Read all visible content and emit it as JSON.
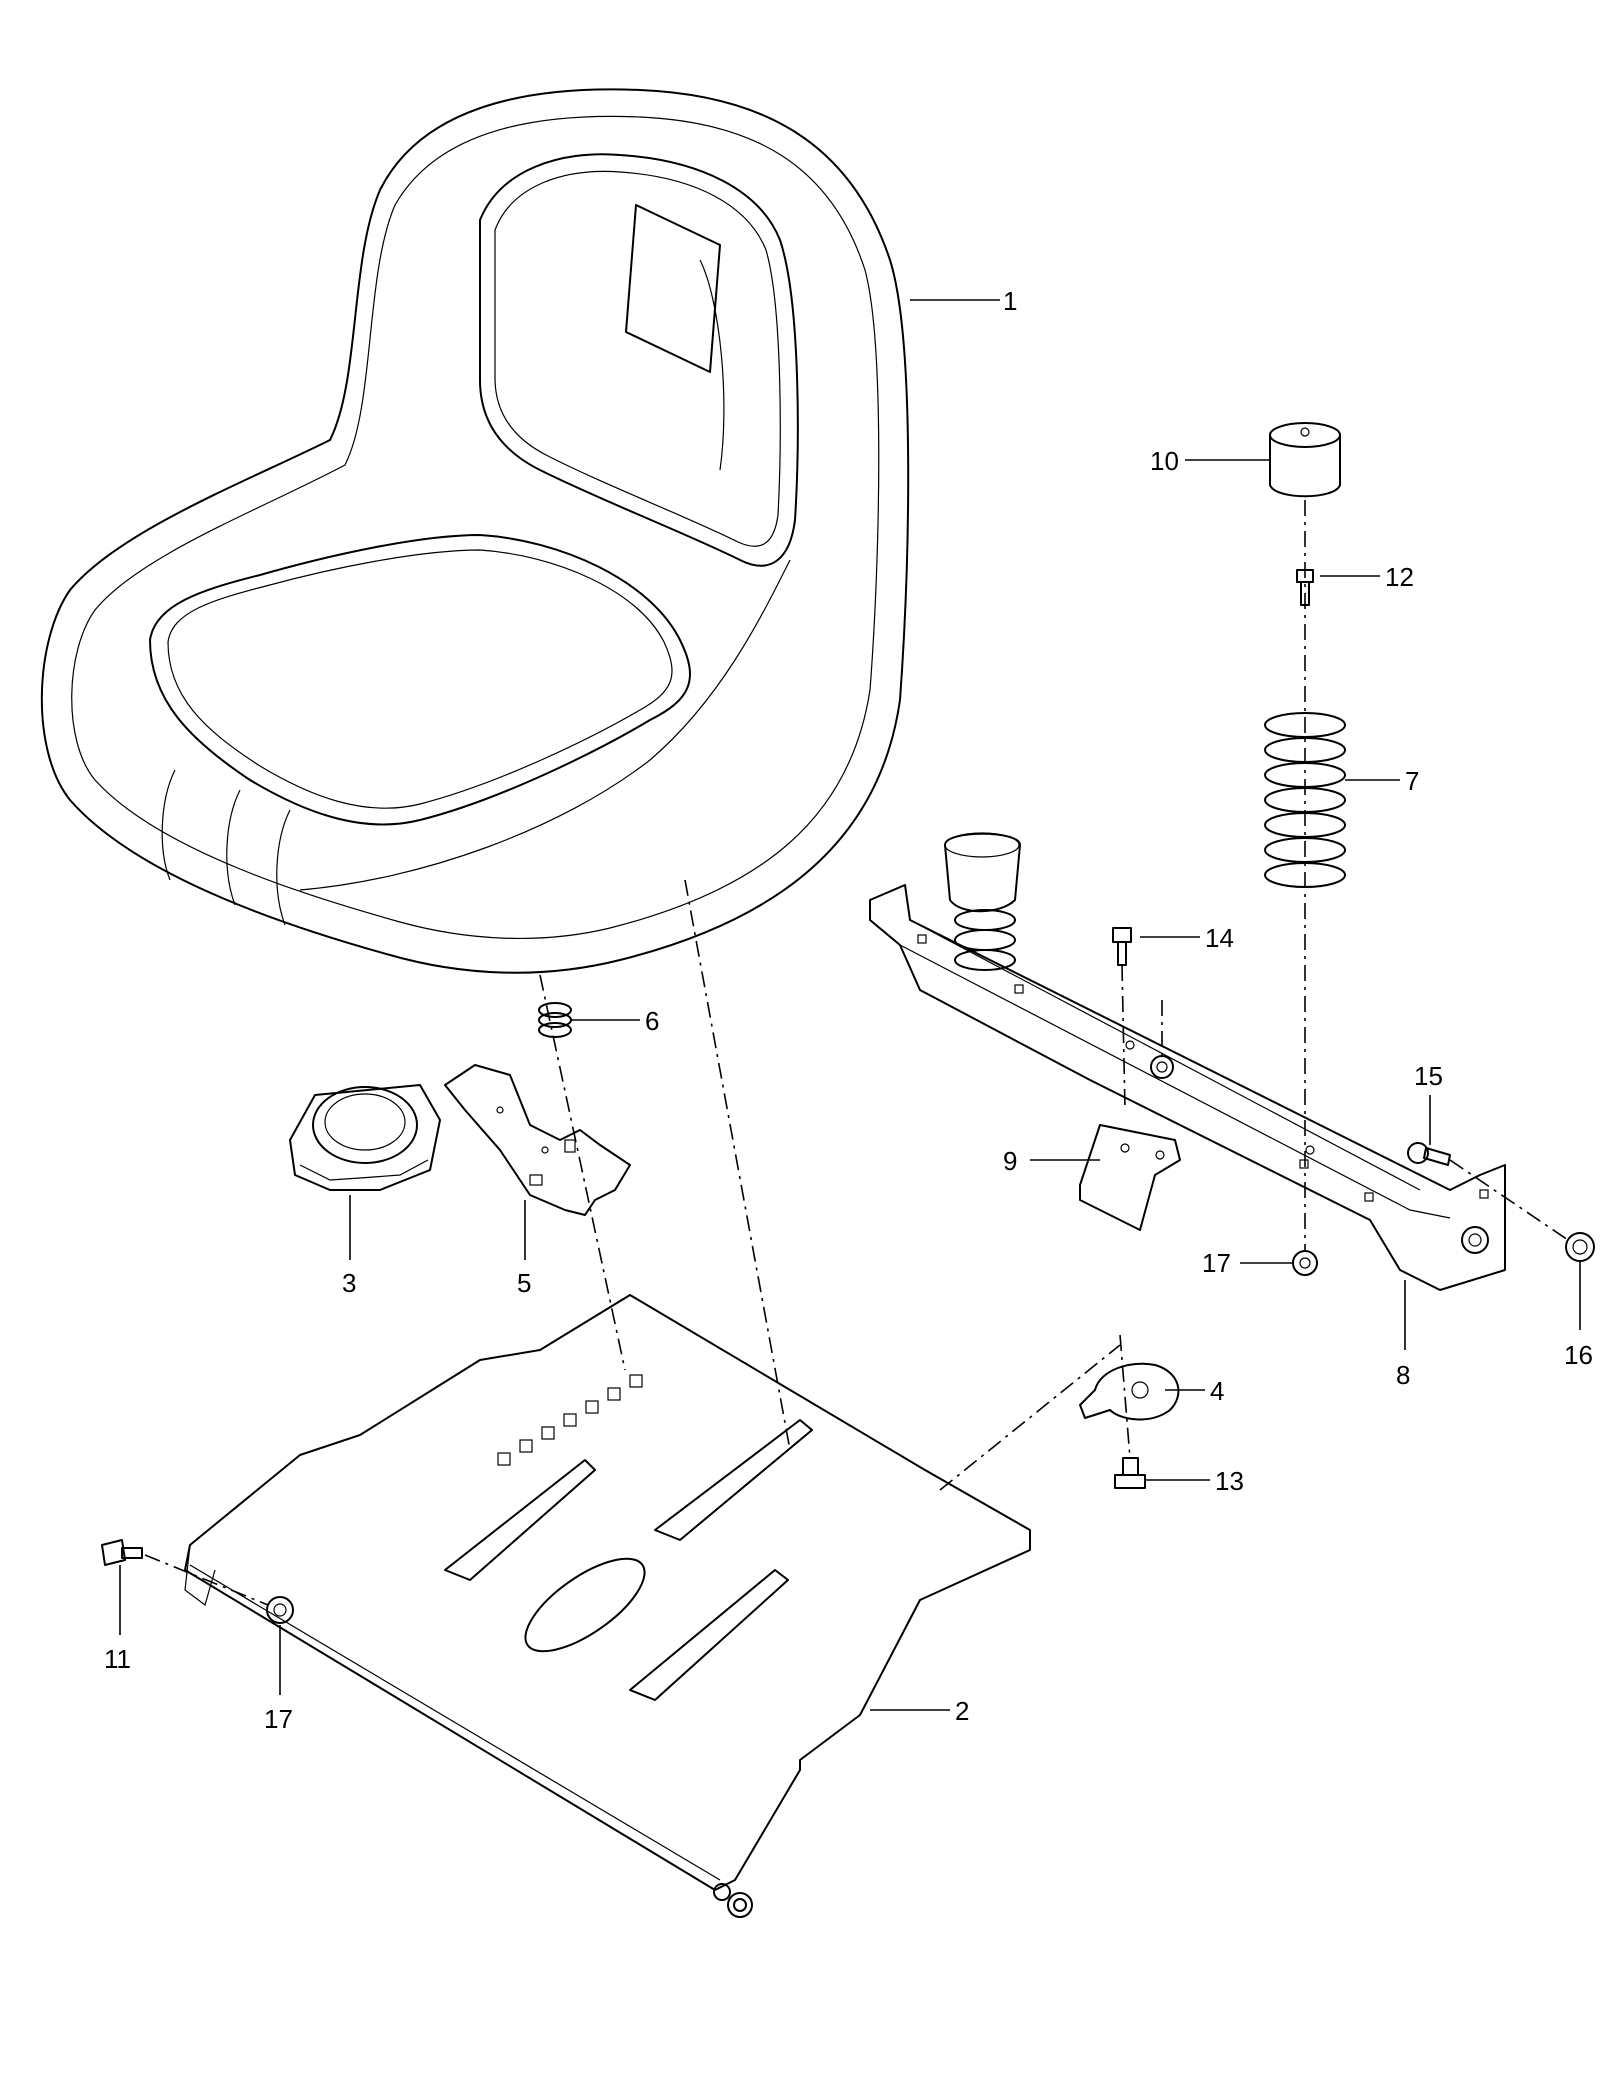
{
  "callouts": [
    {
      "id": "c1",
      "text": "1"
    },
    {
      "id": "c2",
      "text": "2"
    },
    {
      "id": "c3",
      "text": "3"
    },
    {
      "id": "c4",
      "text": "4"
    },
    {
      "id": "c5",
      "text": "5"
    },
    {
      "id": "c6",
      "text": "6"
    },
    {
      "id": "c7",
      "text": "7"
    },
    {
      "id": "c8",
      "text": "8"
    },
    {
      "id": "c9",
      "text": "9"
    },
    {
      "id": "c10",
      "text": "10"
    },
    {
      "id": "c11",
      "text": "11"
    },
    {
      "id": "c12",
      "text": "12"
    },
    {
      "id": "c13",
      "text": "13"
    },
    {
      "id": "c14",
      "text": "14"
    },
    {
      "id": "c15",
      "text": "15"
    },
    {
      "id": "c16",
      "text": "16"
    },
    {
      "id": "c17a",
      "text": "17"
    },
    {
      "id": "c17b",
      "text": "17"
    }
  ]
}
